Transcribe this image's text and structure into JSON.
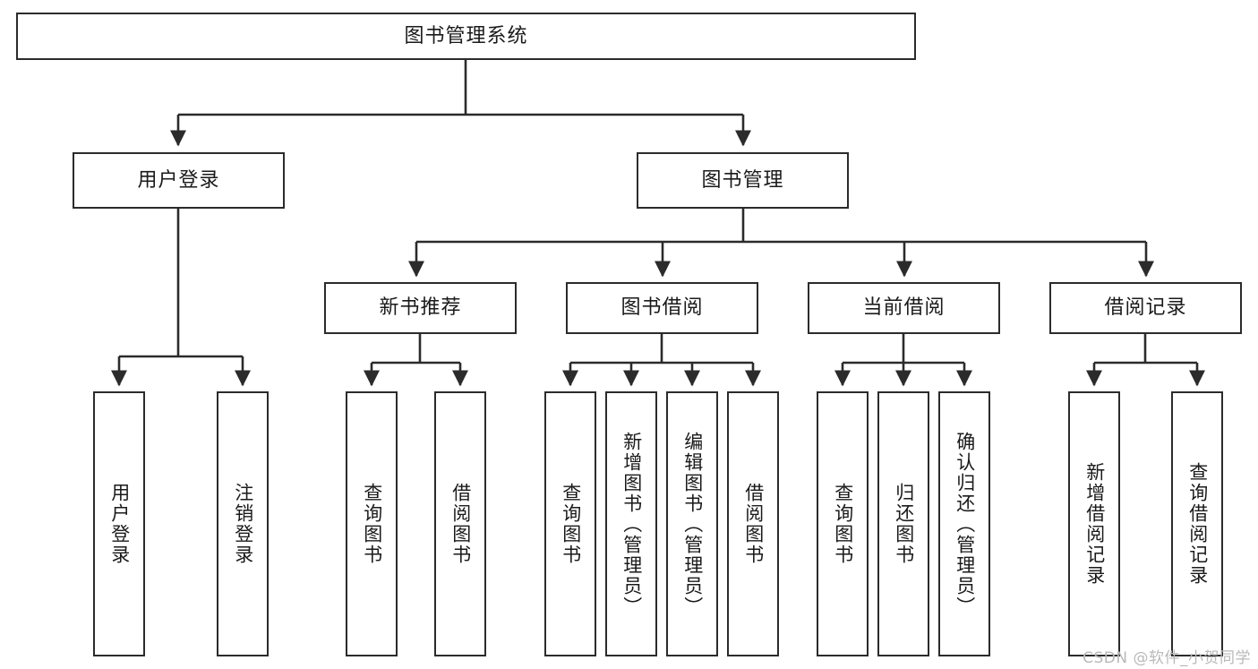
{
  "diagram": {
    "title": "图书管理系统",
    "type": "tree-hierarchy",
    "watermark": "CSDN @软件_小贺同学",
    "colors": {
      "background": "#ffffff",
      "box_border": "#2b2b2b",
      "box_fill": "#ffffff",
      "text": "#1a1a1a",
      "edge": "#2b2b2b",
      "watermark": "#b9b9b9"
    },
    "root": {
      "label": "图书管理系统"
    },
    "level2": [
      {
        "label": "用户登录"
      },
      {
        "label": "图书管理"
      }
    ],
    "level3": [
      {
        "label": "新书推荐"
      },
      {
        "label": "图书借阅"
      },
      {
        "label": "当前借阅"
      },
      {
        "label": "借阅记录"
      }
    ],
    "leaves": {
      "user_login": [
        {
          "label": "用户登录"
        },
        {
          "label": "注销登录"
        }
      ],
      "new_book_recommend": [
        {
          "label": "查询图书"
        },
        {
          "label": "借阅图书"
        }
      ],
      "book_borrow": [
        {
          "label": "查询图书"
        },
        {
          "label": "新增图书（管理员）"
        },
        {
          "label": "编辑图书（管理员）"
        },
        {
          "label": "借阅图书"
        }
      ],
      "current_borrow": [
        {
          "label": "查询图书"
        },
        {
          "label": "归还图书"
        },
        {
          "label": "确认归还（管理员）"
        }
      ],
      "borrow_record": [
        {
          "label": "新增借阅记录"
        },
        {
          "label": "查询借阅记录"
        }
      ]
    }
  }
}
